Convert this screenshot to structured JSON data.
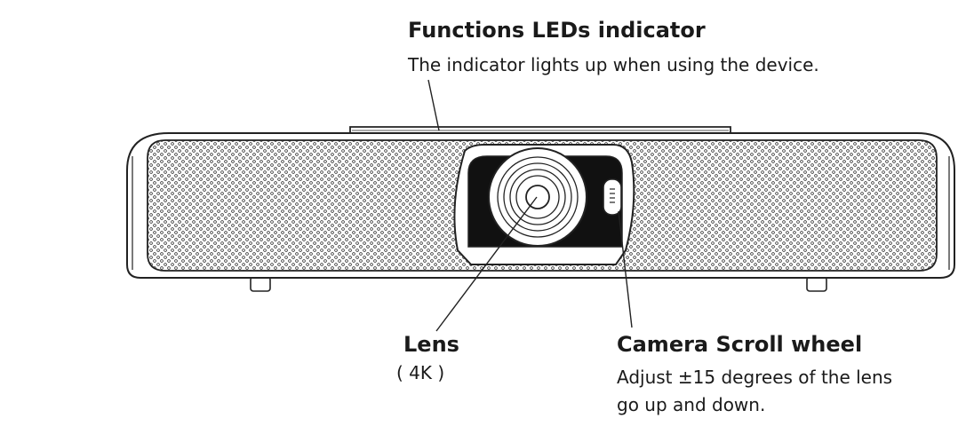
{
  "callouts": {
    "led": {
      "title": "Functions LEDs indicator",
      "description": "The indicator lights up when using the device."
    },
    "lens": {
      "title": "Lens",
      "spec": "( 4K )"
    },
    "wheel": {
      "title": "Camera Scroll wheel",
      "description_line1": "Adjust ±15 degrees of the lens",
      "description_line2": "go up and down."
    }
  }
}
